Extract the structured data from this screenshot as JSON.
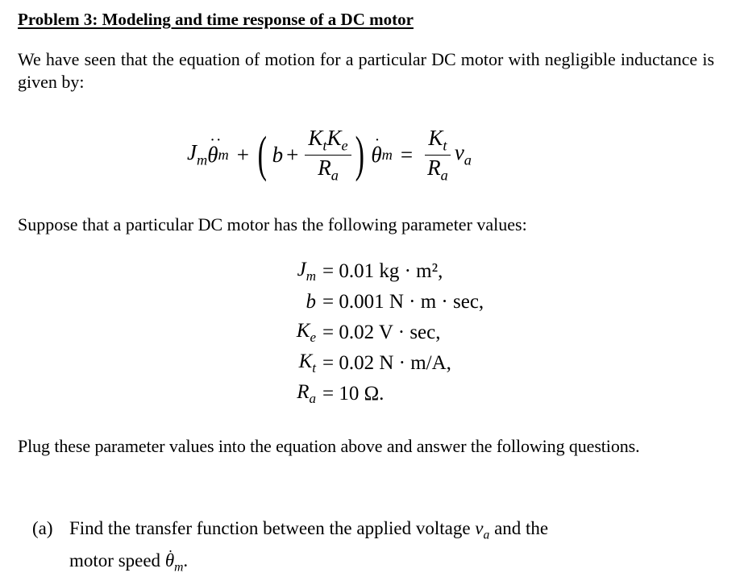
{
  "problem": {
    "title": "Problem 3: Modeling and time response of a DC motor",
    "intro": "We have seen that the equation of motion for a particular DC motor with negligible inductance is given by:",
    "equation": {
      "lhs_term1_sym": "J",
      "lhs_term1_sub": "m",
      "theta": "θ",
      "theta_sub": "m",
      "ddot": "¨",
      "dot": "˙",
      "plus": "+",
      "lparen": "(",
      "rparen": ")",
      "b": "b",
      "frac1_num_a": "K",
      "frac1_num_a_sub": "t",
      "frac1_num_b": "K",
      "frac1_num_b_sub": "e",
      "frac1_den": "R",
      "frac1_den_sub": "a",
      "equals": "=",
      "frac2_num": "K",
      "frac2_num_sub": "t",
      "frac2_den": "R",
      "frac2_den_sub": "a",
      "rhs_var": "v",
      "rhs_var_sub": "a",
      "latex": "J_m \\ddot{\\theta}_m + \\left(b + \\frac{K_t K_e}{R_a}\\right)\\dot{\\theta}_m = \\frac{K_t}{R_a} v_a"
    },
    "suppose": "Suppose that a particular DC motor has the following parameter values:",
    "parameters": [
      {
        "sym": "J",
        "sub": "m",
        "value": "= 0.01 kg · m², "
      },
      {
        "sym": "b",
        "sub": "",
        "value": "= 0.001 N · m · sec,"
      },
      {
        "sym": "K",
        "sub": "e",
        "value": "= 0.02 V · sec,"
      },
      {
        "sym": "K",
        "sub": "t",
        "value": "= 0.02 N · m/A,"
      },
      {
        "sym": "R",
        "sub": "a",
        "value": "= 10 Ω."
      }
    ],
    "instruction": "Plug these parameter values into the equation above and answer the following questions.",
    "questions": [
      {
        "label": "(a)",
        "line1": "Find the transfer function between the applied voltage",
        "var1": "v",
        "var1_sub": "a",
        "line1_end": " and the",
        "line2": "motor speed ",
        "var2": "θ",
        "var2_sub": "m",
        "var2_dot": "˙",
        "line2_end": "."
      }
    ]
  }
}
